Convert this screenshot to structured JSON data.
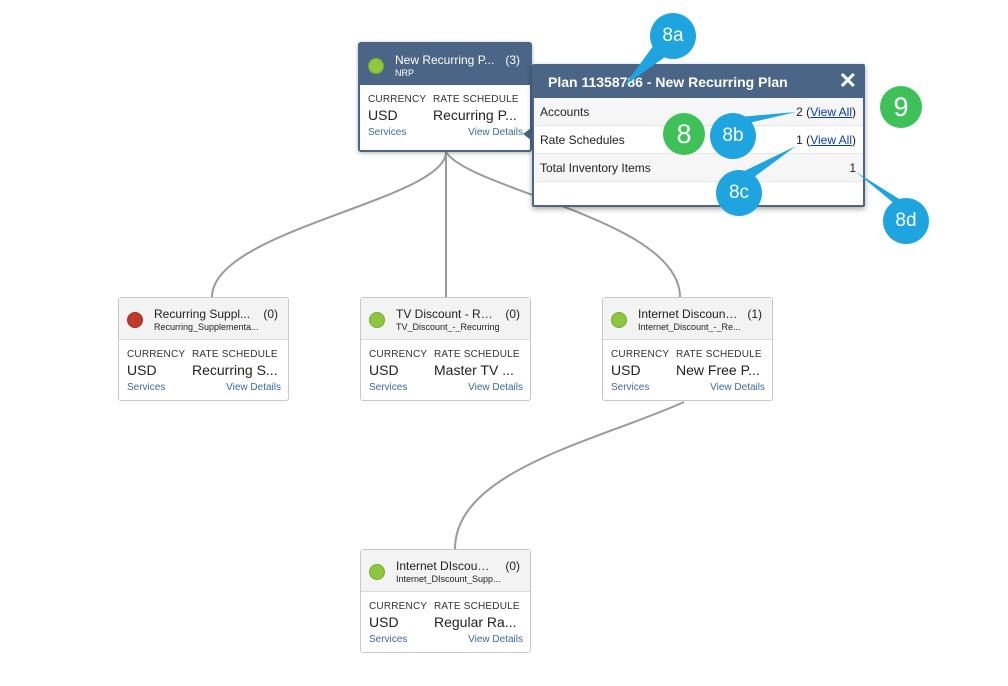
{
  "nodes": [
    {
      "key": "root",
      "title": "New Recurring P...",
      "count": "(3)",
      "subtitle": "NRP",
      "status": "green",
      "active": true,
      "currency_label": "CURRENCY",
      "currency": "USD",
      "schedule_label": "RATE SCHEDULE",
      "schedule": "Recurring P...",
      "services": "Services",
      "details": "View Details"
    },
    {
      "key": "recurring-supplemental",
      "title": "Recurring Suppl...",
      "count": "(0)",
      "subtitle": "Recurring_Supplementa...",
      "status": "red",
      "active": false,
      "currency_label": "CURRENCY",
      "currency": "USD",
      "schedule_label": "RATE SCHEDULE",
      "schedule": "Recurring S...",
      "services": "Services",
      "details": "View Details"
    },
    {
      "key": "tv-discount",
      "title": "TV Discount - Re...",
      "count": "(0)",
      "subtitle": "TV_Discount_-_Recurring",
      "status": "green",
      "active": false,
      "currency_label": "CURRENCY",
      "currency": "USD",
      "schedule_label": "RATE SCHEDULE",
      "schedule": "Master TV ...",
      "services": "Services",
      "details": "View Details"
    },
    {
      "key": "internet-discount",
      "title": "Internet Discount...",
      "count": "(1)",
      "subtitle": "Internet_Discount_-_Re...",
      "status": "green",
      "active": false,
      "currency_label": "CURRENCY",
      "currency": "USD",
      "schedule_label": "RATE SCHEDULE",
      "schedule": "New Free P...",
      "services": "Services",
      "details": "View Details"
    },
    {
      "key": "internet-discount-supplemental",
      "title": "Internet DIscount...",
      "count": "(0)",
      "subtitle": "Internet_DIscount_Supp...",
      "status": "green",
      "active": false,
      "currency_label": "CURRENCY",
      "currency": "USD",
      "schedule_label": "RATE SCHEDULE",
      "schedule": "Regular Ra...",
      "services": "Services",
      "details": "View Details"
    }
  ],
  "popup": {
    "title": "Plan 11358786 - New Recurring Plan",
    "close": "✕",
    "rows": [
      {
        "label": "Accounts",
        "value": "2",
        "link": "View All"
      },
      {
        "label": "Rate Schedules",
        "value": "1",
        "link": "View All"
      },
      {
        "label": "Total Inventory Items",
        "value": "1",
        "link": ""
      }
    ]
  },
  "callouts": {
    "c8a": "8a",
    "c8b": "8b",
    "c8c": "8c",
    "c8d": "8d",
    "c8": "8",
    "c9": "9"
  },
  "colors": {
    "header": "#4a6585",
    "status_green": "#8dc63f",
    "status_red": "#c0392b",
    "callout_blue": "#1ea5e0",
    "callout_green": "#3fc15a",
    "link": "#3d6a9e"
  }
}
